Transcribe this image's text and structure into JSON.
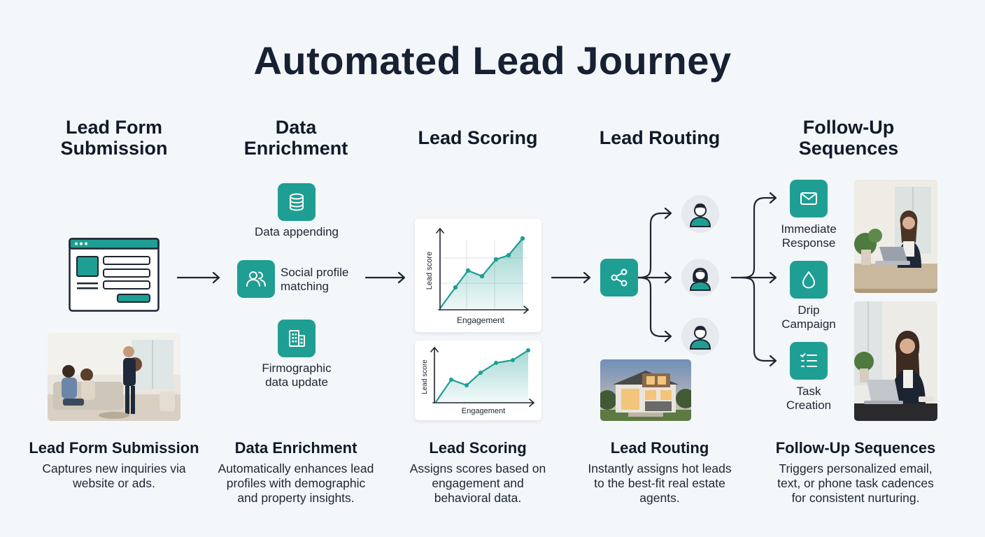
{
  "title": "Automated Lead Journey",
  "stages": [
    {
      "heading_line1": "Lead Form",
      "heading_line2": "Submission"
    },
    {
      "heading_line1": "Data",
      "heading_line2": "Enrichment"
    },
    {
      "heading_line1": "Lead Scoring"
    },
    {
      "heading_line1": "Lead Routing"
    },
    {
      "heading_line1": "Follow-Up",
      "heading_line2": "Sequences"
    }
  ],
  "enrichment": {
    "items": [
      {
        "line1": "Data appending",
        "icon": "database-icon"
      },
      {
        "line1": "Social profile",
        "line2": "matching",
        "icon": "users-icon"
      },
      {
        "line1": "Firmographic",
        "line2": "data update",
        "icon": "building-icon"
      }
    ]
  },
  "scoring": {
    "charts": [
      {
        "ylabel": "Lead score",
        "xlabel": "Engagement"
      },
      {
        "ylabel": "Lead score",
        "xlabel": "Engagement"
      }
    ]
  },
  "followup": {
    "items": [
      {
        "line1": "Immediate",
        "line2": "Response",
        "icon": "mail-icon"
      },
      {
        "line1": "Drip",
        "line2": "Campaign",
        "icon": "drop-icon"
      },
      {
        "line1": "Task",
        "line2": "Creation",
        "icon": "checklist-icon"
      }
    ]
  },
  "columns": [
    {
      "title": "Lead Form Submission",
      "desc": [
        "Captures new inquiries via",
        "website or ads."
      ]
    },
    {
      "title": "Data Enrichment",
      "desc": [
        "Automatically enhances lead",
        "profiles with demographic",
        "and property insights."
      ]
    },
    {
      "title": "Lead Scoring",
      "desc": [
        "Assigns scores based on",
        "engagement and",
        "behavioral data."
      ]
    },
    {
      "title": "Lead Routing",
      "desc": [
        "Instantly assigns hot leads",
        "to the best-fit real estate",
        "agents."
      ]
    },
    {
      "title": "Follow-Up Sequences",
      "desc": [
        "Triggers personalized email,",
        "text, or phone task cadences",
        "for consistent nurturing."
      ]
    }
  ],
  "colors": {
    "accent": "#1f9e94",
    "text": "#172133",
    "background": "#f4f7fa"
  }
}
